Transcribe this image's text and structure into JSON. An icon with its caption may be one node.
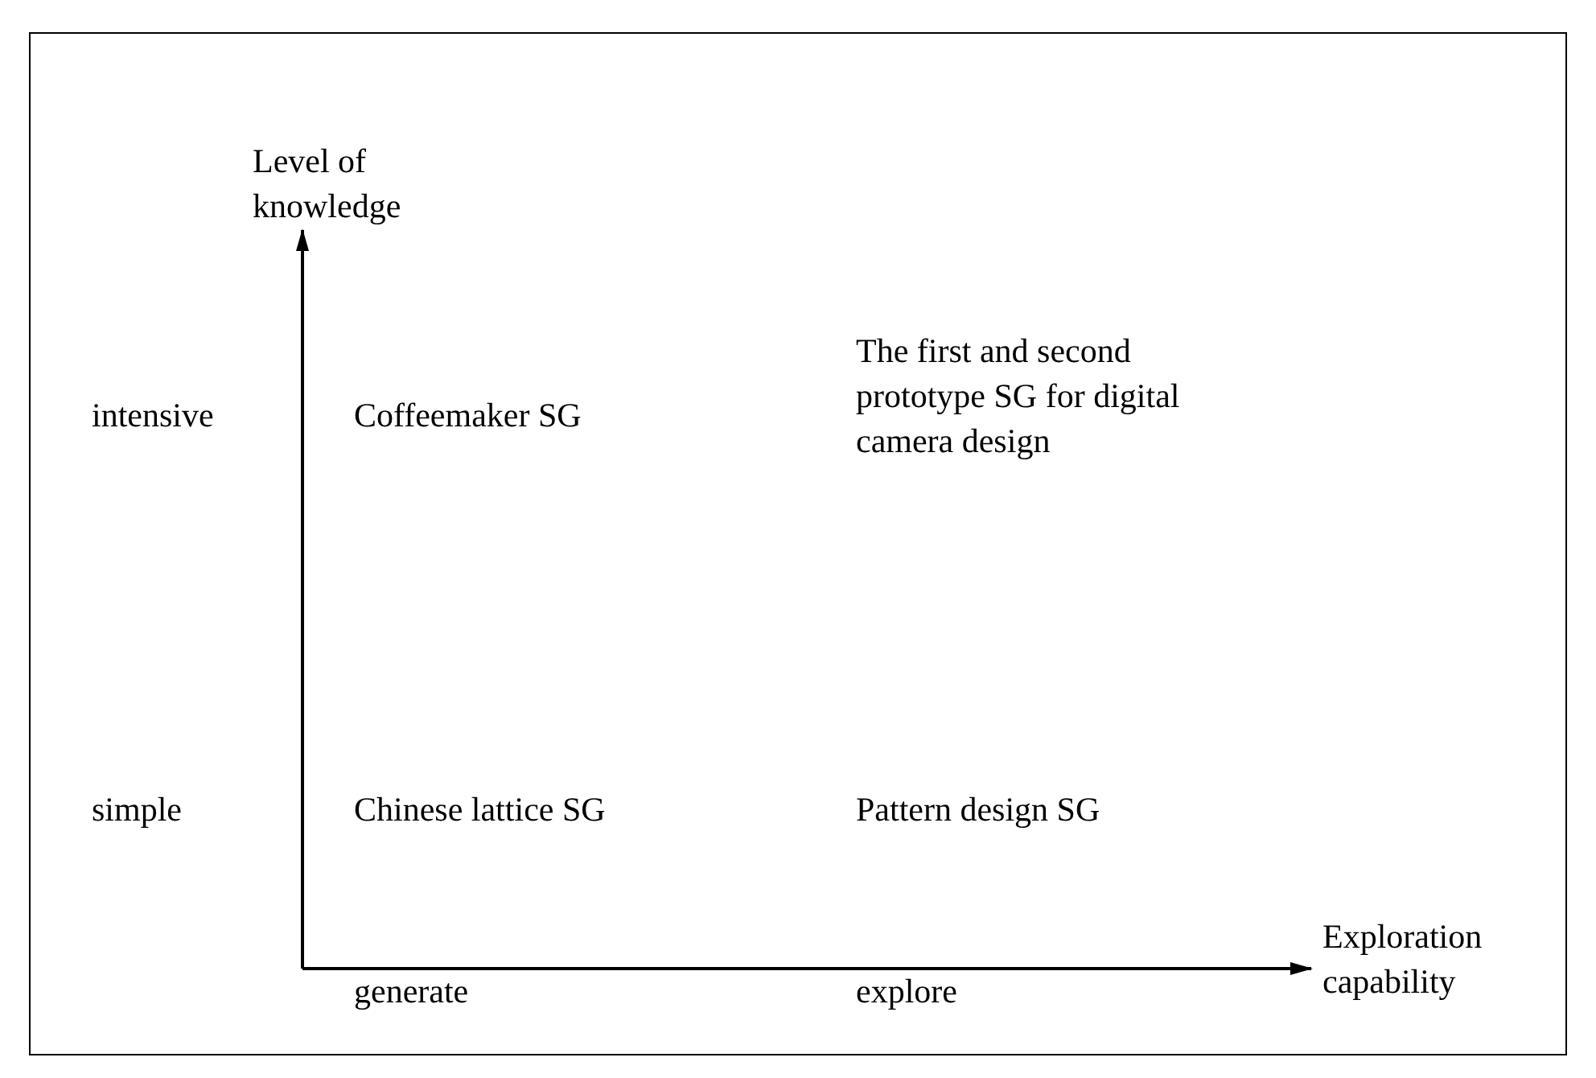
{
  "diagram": {
    "labels": [
      "Level of knowledge",
      "The first and second prototype SG for digital camera design",
      "intensive",
      "Coffeemaker SG",
      "simple",
      "Chinese lattice SG",
      "Pattern design SG",
      "Exploration capability",
      "generate",
      "explore"
    ]
  }
}
